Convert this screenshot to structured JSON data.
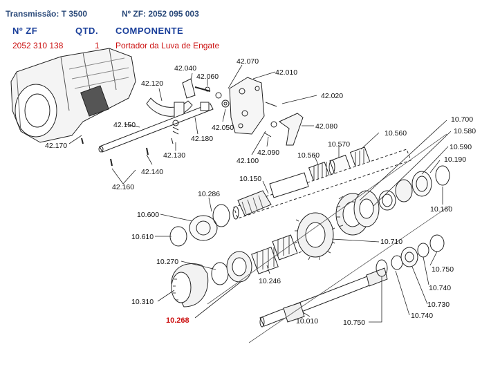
{
  "header": {
    "transmission_label": "Transmissão: T 3500",
    "zf_number_label": "Nº ZF: 2052 095 003"
  },
  "table": {
    "columns": [
      "Nº ZF",
      "QTD.",
      "COMPONENTE"
    ],
    "row": {
      "part_number": "2052 310 138",
      "quantity": "1",
      "component": "Portador da Luva de Engate"
    }
  },
  "diagram": {
    "highlighted_callout": "10.268",
    "callouts": {
      "c42170": "42.170",
      "c42040": "42.040",
      "c42060": "42.060",
      "c42070": "42.070",
      "c42010": "42.010",
      "c42120": "42.120",
      "c42020": "42.020",
      "c42050": "42.050",
      "c42150": "42.150",
      "c42180": "42.180",
      "c42080": "42.080",
      "c42130": "42.130",
      "c42100": "42.100",
      "c42090": "42.090",
      "c42140": "42.140",
      "c42160": "42.160",
      "c10700": "10.700",
      "c10580": "10.580",
      "c10560a": "10.560",
      "c10570": "10.570",
      "c10560b": "10.560",
      "c10590": "10.590",
      "c10190": "10.190",
      "c10150": "10.150",
      "c10286": "10.286",
      "c10160": "10.160",
      "c10600": "10.600",
      "c10610": "10.610",
      "c10710": "10.710",
      "c10270": "10.270",
      "c10246": "10.246",
      "c10750a": "10.750",
      "c10740a": "10.740",
      "c10310": "10.310",
      "c10730": "10.730",
      "c10740b": "10.740",
      "c10010": "10.010",
      "c10750b": "10.750"
    },
    "colors": {
      "highlight": "#cc1111",
      "header_text": "#2b4a7a",
      "column_text": "#1a3f9a"
    }
  }
}
